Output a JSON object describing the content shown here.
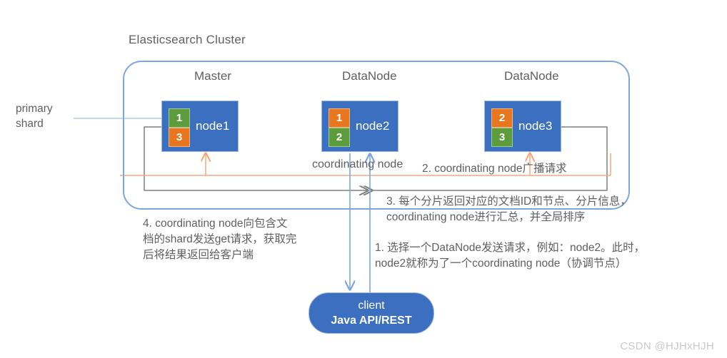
{
  "diagram": {
    "cluster_title": "Elasticsearch Cluster",
    "columns": [
      {
        "label": "Master"
      },
      {
        "label": "DataNode"
      },
      {
        "label": "DataNode"
      }
    ],
    "nodes": [
      {
        "name": "node1",
        "shards": [
          {
            "value": "1",
            "color": "green"
          },
          {
            "value": "3",
            "color": "orange"
          }
        ]
      },
      {
        "name": "node2",
        "shards": [
          {
            "value": "1",
            "color": "orange"
          },
          {
            "value": "2",
            "color": "green"
          }
        ]
      },
      {
        "name": "node3",
        "shards": [
          {
            "value": "2",
            "color": "orange"
          },
          {
            "value": "3",
            "color": "green"
          }
        ]
      }
    ],
    "labels": {
      "primary_shard": "primary\nshard",
      "coordinating_node": "coordinating node"
    },
    "steps": {
      "step1": "1. 选择一个DataNode发送请求，例如：node2。此时，\nnode2就称为了一个coordinating node（协调节点）",
      "step2": "2. coordinating node广播请求",
      "step3": "3. 每个分片返回对应的文档ID和节点、分片信息，\n    coordinating node进行汇总，并全局排序",
      "step4": "4. coordinating node向包含文\n档的shard发送get请求，获取完\n后将结果返回给客户端"
    },
    "client": {
      "title": "client",
      "subtitle": "Java API/REST"
    },
    "watermark": "CSDN @HJHxHJH",
    "colors": {
      "node_blue": "#3B6FBF",
      "cluster_border": "#7EA6DE",
      "shard_green": "#5C9C3D",
      "shard_orange": "#E8761E",
      "arrow_gray": "#808080",
      "arrow_orange": "#F4A87C",
      "arrow_blue": "#7EA6DE"
    }
  }
}
